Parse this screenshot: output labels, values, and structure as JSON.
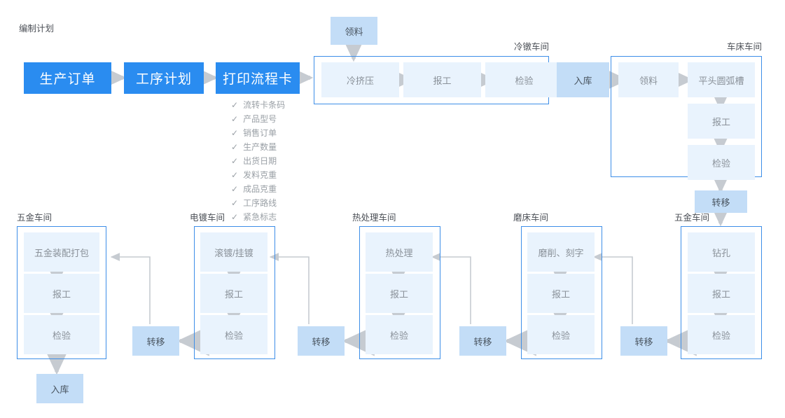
{
  "diagram": {
    "title_hidden": "",
    "colors": {
      "primary": "#2a8cf0",
      "medium": "#c3ddf7",
      "light": "#e9f3fd",
      "frame_border": "#3d8ee8",
      "arrow": "#c6cbd1",
      "label_text": "#4b4f56",
      "step_text": "#8a9199"
    },
    "stage_label": "编制计划",
    "main_steps": [
      {
        "label": "生产订单"
      },
      {
        "label": "工序计划"
      },
      {
        "label": "打印流程卡"
      }
    ],
    "checklist": [
      "流转卡条码",
      "产品型号",
      "销售订单",
      "生产数量",
      "出货日期",
      "发料克重",
      "成品克重",
      "工序路线",
      "紧急标志"
    ],
    "checklist_tick": "✓",
    "top_pick": {
      "label": "领料"
    },
    "warehouse_in_top": {
      "label": "入库"
    },
    "warehouse_in_bottom": {
      "label": "入库"
    },
    "workshops": [
      {
        "name": "冷镦车间",
        "id": "cold-heading",
        "steps": [
          "冷挤压",
          "报工",
          "检验"
        ]
      },
      {
        "name": "车床车间",
        "id": "lathe",
        "steps": [
          "领料",
          "平头圆弧槽",
          "报工",
          "检验"
        ]
      },
      {
        "name": "五金车间",
        "id": "hardware-right",
        "steps": [
          "钻孔",
          "报工",
          "检验"
        ]
      },
      {
        "name": "磨床车间",
        "id": "grinding",
        "steps": [
          "磨削、刻字",
          "报工",
          "检验"
        ]
      },
      {
        "name": "热处理车间",
        "id": "heat-treatment",
        "steps": [
          "热处理",
          "报工",
          "检验"
        ]
      },
      {
        "name": "电镀车间",
        "id": "plating",
        "steps": [
          "滚镀/挂镀",
          "报工",
          "检验"
        ]
      },
      {
        "name": "五金车间",
        "id": "hardware-left",
        "steps": [
          "五金装配打包",
          "报工",
          "检验"
        ]
      }
    ],
    "transfers": [
      {
        "label": "转移",
        "id": "transfer-lathe"
      },
      {
        "label": "转移",
        "id": "transfer-hardware-right"
      },
      {
        "label": "转移",
        "id": "transfer-grinding"
      },
      {
        "label": "转移",
        "id": "transfer-heat"
      },
      {
        "label": "转移",
        "id": "transfer-plating"
      }
    ]
  }
}
